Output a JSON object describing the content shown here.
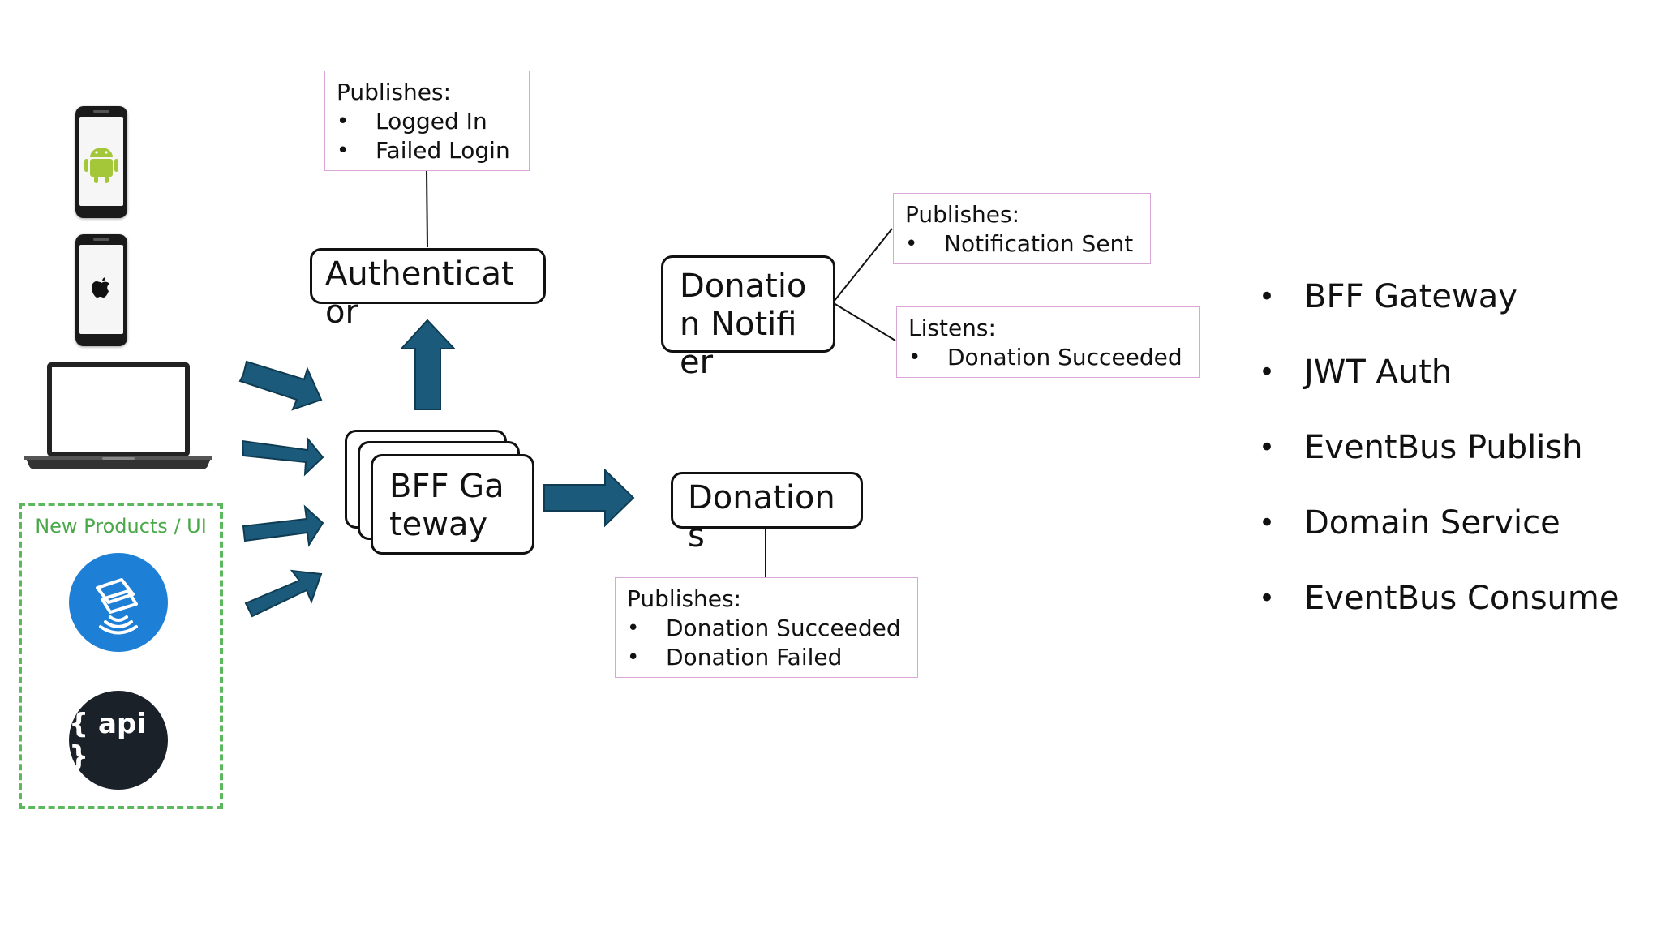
{
  "auth_note": {
    "heading": "Publishes:",
    "items": [
      "Logged In",
      "Failed Login"
    ]
  },
  "authenticator": {
    "label": "Authenticator"
  },
  "notifier_publish_note": {
    "heading": "Publishes:",
    "items": [
      "Notification Sent"
    ]
  },
  "notifier_listen_note": {
    "heading": "Listens:",
    "items": [
      "Donation Succeeded"
    ]
  },
  "donation_notifier": {
    "label": "Donation Notifier"
  },
  "bff_gateway": {
    "label": "BFF Gateway"
  },
  "donations": {
    "label": "Donations"
  },
  "donations_note": {
    "heading": "Publishes:",
    "items": [
      "Donation Succeeded",
      "Donation Failed"
    ]
  },
  "new_products": {
    "label": "New Products / UI",
    "api_icon_text": "{ api }"
  },
  "right_list": [
    "BFF Gateway",
    "JWT Auth",
    "EventBus Publish",
    "Domain Service",
    "EventBus Consume"
  ],
  "colors": {
    "arrow": "#1b5a7a",
    "accent_green": "#5cb85c",
    "note_border": "#d9a6d9",
    "android_green": "#a4c639",
    "tap_blue": "#1e7fd6",
    "api_dark": "#1b2129"
  },
  "icons": [
    "android-phone-icon",
    "apple-phone-icon",
    "laptop-icon",
    "contactless-card-icon",
    "api-icon"
  ]
}
